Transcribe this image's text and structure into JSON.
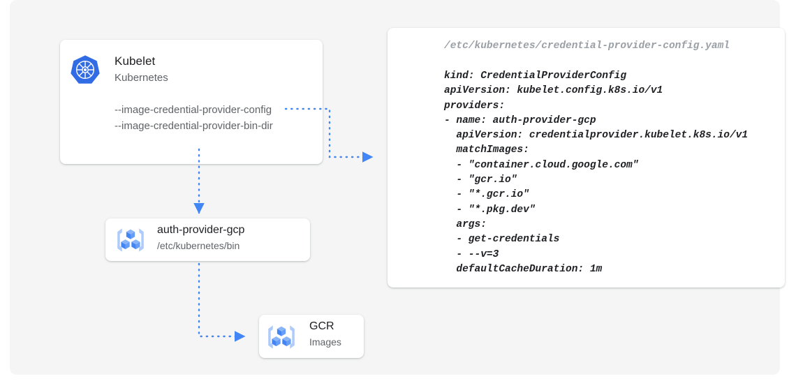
{
  "canvas": {
    "background_color": "#f5f5f5",
    "page_background_color": "#ffffff"
  },
  "accent": {
    "blue": "#4285f4",
    "kubernetes_blue": "#326ce5",
    "gcp_light_blue": "#aecbfa",
    "text_primary": "#202124",
    "text_secondary": "#5f6368",
    "text_muted": "#9aa0a6"
  },
  "kubelet_card": {
    "icon": "kubernetes-logo-icon",
    "title": "Kubelet",
    "subtitle": "Kubernetes",
    "flags": [
      "--image-credential-provider-config",
      "--image-credential-provider-bin-dir"
    ]
  },
  "auth_provider_card": {
    "icon": "gcp-container-registry-icon",
    "title": "auth-provider-gcp",
    "subtitle": "/etc/kubernetes/bin"
  },
  "gcr_card": {
    "icon": "gcp-container-registry-icon",
    "title": "GCR",
    "subtitle": "Images"
  },
  "yaml_card": {
    "file_path": "/etc/kubernetes/credential-provider-config.yaml",
    "lines": [
      "kind: CredentialProviderConfig",
      "apiVersion: kubelet.config.k8s.io/v1",
      "providers:",
      "- name: auth-provider-gcp",
      "  apiVersion: credentialprovider.kubelet.k8s.io/v1",
      "  matchImages:",
      "  - \"container.cloud.google.com\"",
      "  - \"gcr.io\"",
      "  - \"*.gcr.io\"",
      "  - \"*.pkg.dev\"",
      "  args:",
      "  - get-credentials",
      "  - --v=3",
      "  defaultCacheDuration: 1m"
    ]
  },
  "connectors": [
    {
      "name": "kubelet-to-yaml-config",
      "style": "dotted",
      "arrow": "right"
    },
    {
      "name": "kubelet-to-auth-provider",
      "style": "dotted",
      "arrow": "down"
    },
    {
      "name": "auth-provider-to-gcr",
      "style": "dotted",
      "arrow": "right"
    }
  ]
}
